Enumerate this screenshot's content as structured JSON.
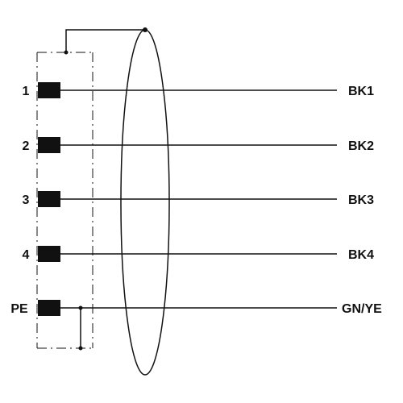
{
  "diagram": {
    "colors": {
      "line": "#111111",
      "background": "#ffffff"
    },
    "pins": [
      {
        "label": "1",
        "wire": "BK1"
      },
      {
        "label": "2",
        "wire": "BK2"
      },
      {
        "label": "3",
        "wire": "BK3"
      },
      {
        "label": "4",
        "wire": "BK4"
      },
      {
        "label": "PE",
        "wire": "GN/YE"
      }
    ],
    "icons": {
      "contact": "contact-block-icon",
      "shield": "cable-shield-icon",
      "housing": "connector-housing-icon"
    }
  }
}
